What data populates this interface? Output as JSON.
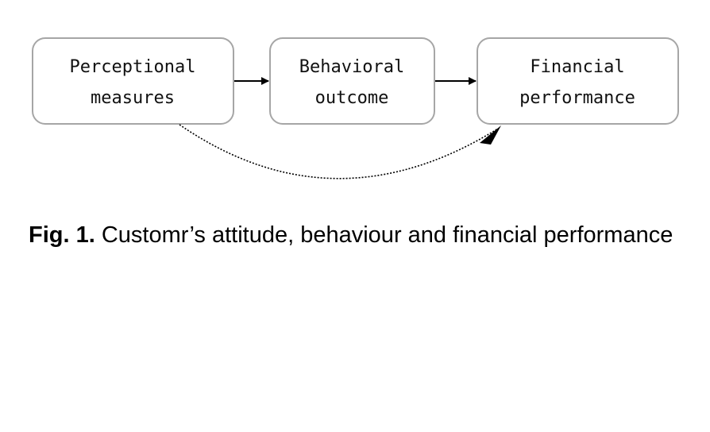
{
  "diagram": {
    "nodes": [
      {
        "id": "perceptional",
        "lines": [
          "Perceptional",
          "measures"
        ]
      },
      {
        "id": "behavioral",
        "lines": [
          "Behavioral",
          "outcome"
        ]
      },
      {
        "id": "financial",
        "lines": [
          "Financial",
          "performance"
        ]
      }
    ],
    "edges": [
      {
        "from": "perceptional",
        "to": "behavioral",
        "style": "solid"
      },
      {
        "from": "behavioral",
        "to": "financial",
        "style": "solid"
      },
      {
        "from": "perceptional",
        "to": "financial",
        "style": "dotted-curve"
      }
    ],
    "colors": {
      "box_border": "#a6a6a6",
      "arrow": "#000000",
      "text": "#111111"
    }
  },
  "caption": {
    "label": "Fig. 1.",
    "text": "Customr’s attitude, behaviour and financial performance"
  }
}
